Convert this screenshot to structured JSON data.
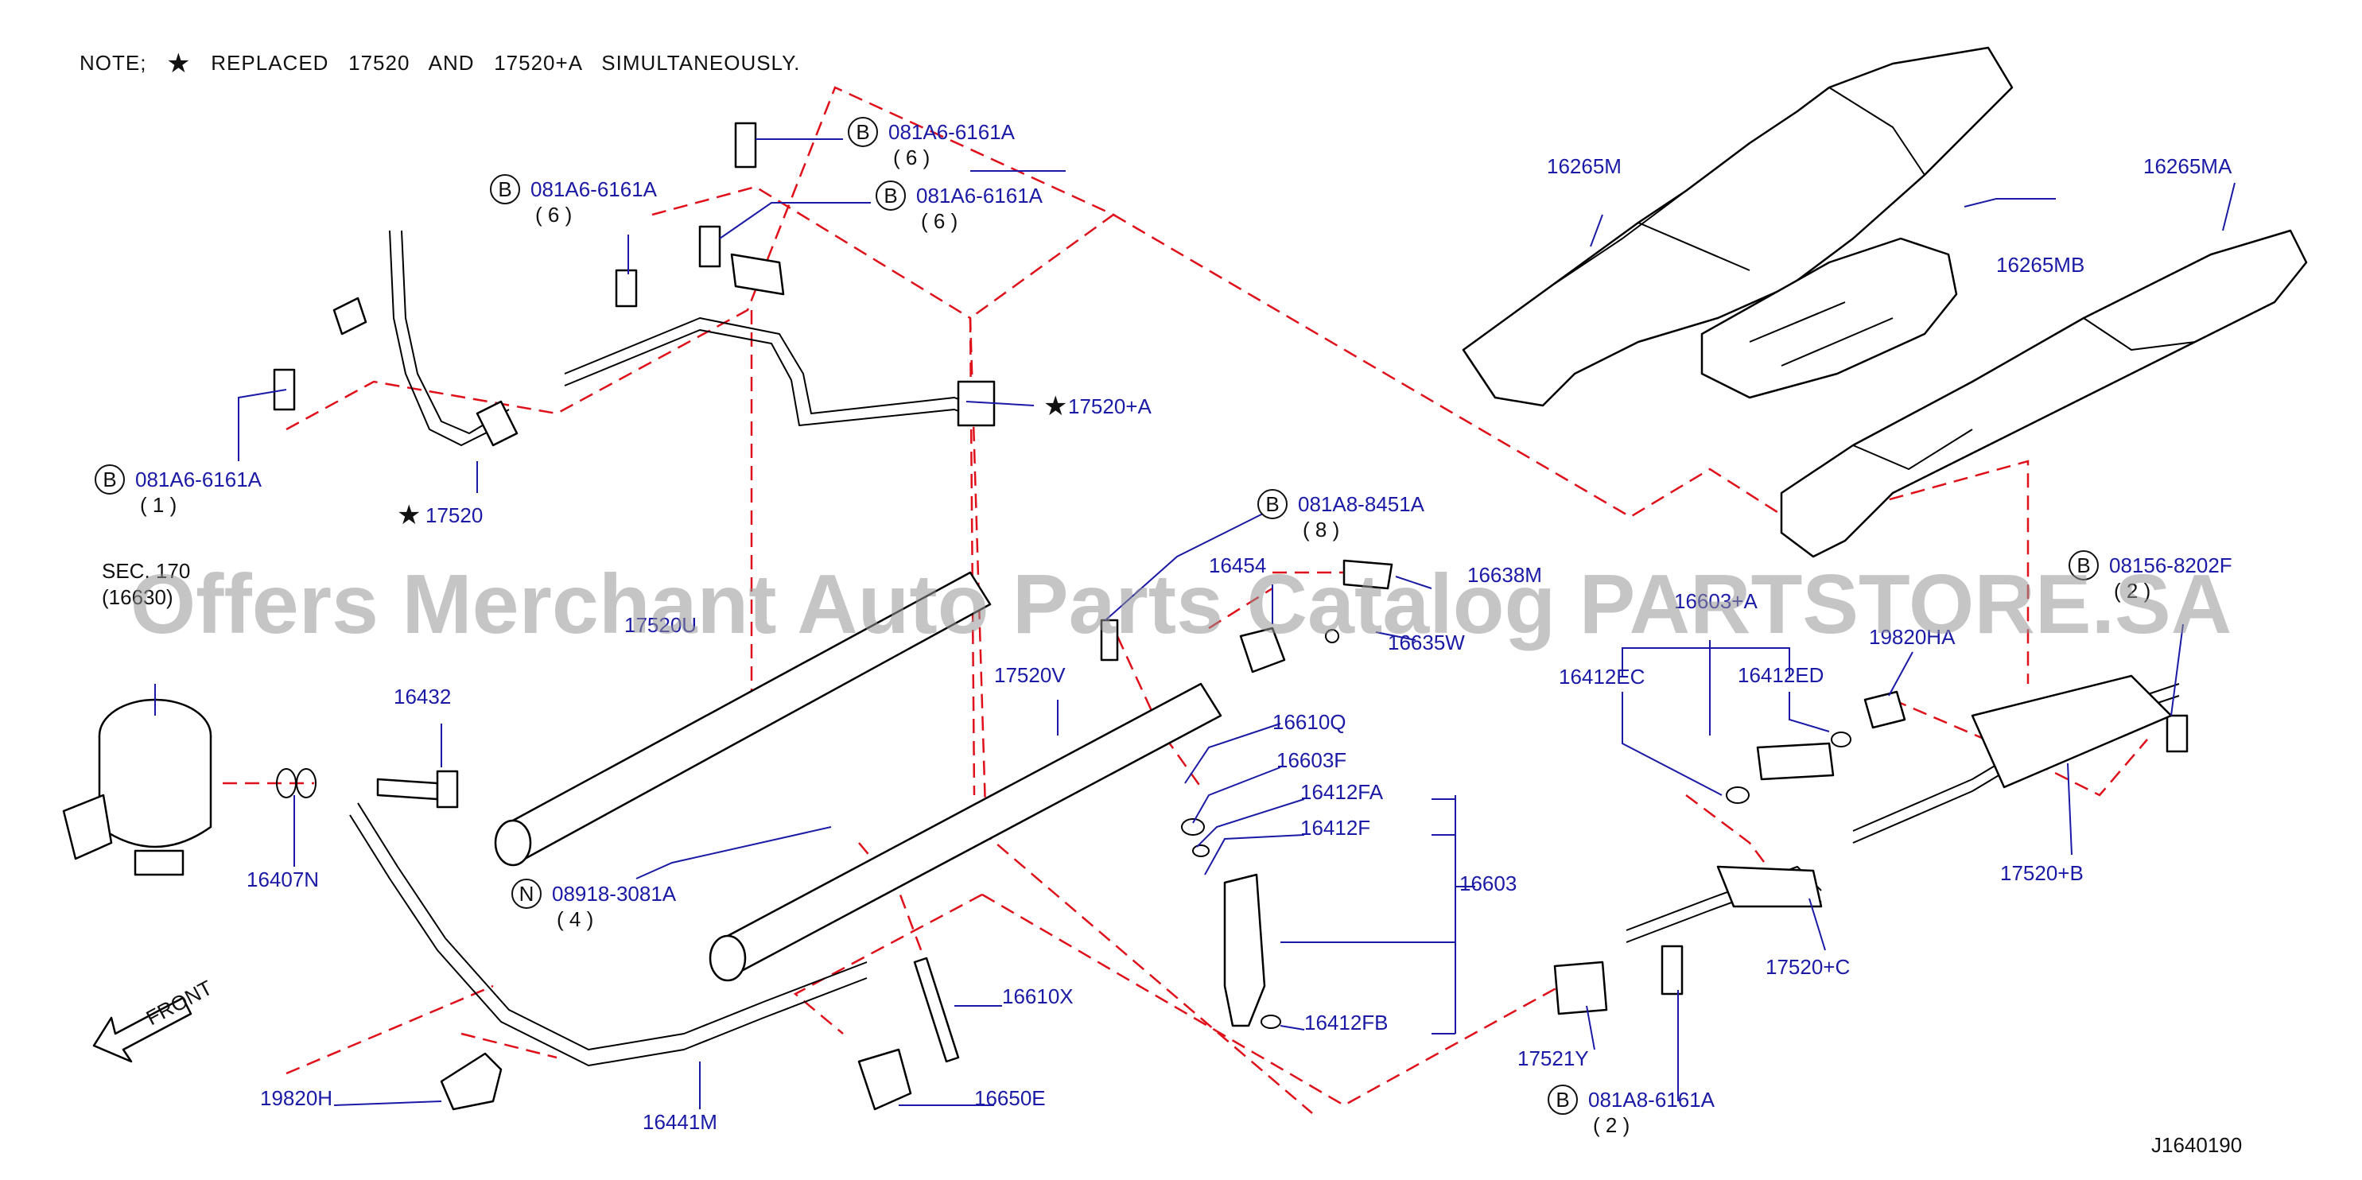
{
  "note": {
    "prefix": "NOTE;",
    "star": "★",
    "text": "REPLACED   17520   AND   17520+A   SIMULTANEOUSLY."
  },
  "watermark": "Offers Merchant Auto Parts Catalog PARTSTORE.SA",
  "diagram_code": "J1640190",
  "front_label": "FRONT",
  "colors": {
    "part": "#1a1aa6",
    "line": "#000000",
    "dash": "#e0101a",
    "text": "#111111"
  },
  "bolts": [
    {
      "key": "b1",
      "badge": "B",
      "num": "081A6-6161A",
      "qty": "( 1 )"
    },
    {
      "key": "b2",
      "badge": "B",
      "num": "081A6-6161A",
      "qty": "( 6 )"
    },
    {
      "key": "b3",
      "badge": "B",
      "num": "081A6-6161A",
      "qty": "( 6 )"
    },
    {
      "key": "b4",
      "badge": "B",
      "num": "081A6-6161A",
      "qty": "( 6 )"
    },
    {
      "key": "b5",
      "badge": "B",
      "num": "081A8-8451A",
      "qty": "( 8 )"
    },
    {
      "key": "b6",
      "badge": "N",
      "num": "08918-3081A",
      "qty": "( 4 )"
    },
    {
      "key": "b7",
      "badge": "B",
      "num": "081A8-6161A",
      "qty": "( 2 )"
    },
    {
      "key": "b8",
      "badge": "B",
      "num": "08156-8202F",
      "qty": "( 2 )"
    }
  ],
  "parts": [
    {
      "key": "p16265M",
      "label": "16265M"
    },
    {
      "key": "p16265MA",
      "label": "16265MA"
    },
    {
      "key": "p16265MB",
      "label": "16265MB"
    },
    {
      "key": "p17520",
      "label": "17520",
      "star": "★"
    },
    {
      "key": "p17520A",
      "label": "17520+A",
      "star": "★"
    },
    {
      "key": "p17520B",
      "label": "17520+B"
    },
    {
      "key": "p17520C",
      "label": "17520+C"
    },
    {
      "key": "p17520V",
      "label": "17520V"
    },
    {
      "key": "p17520U",
      "label": "17520U"
    },
    {
      "key": "p17521Y",
      "label": "17521Y"
    },
    {
      "key": "p16454",
      "label": "16454"
    },
    {
      "key": "p16638M",
      "label": "16638M"
    },
    {
      "key": "p16635W",
      "label": "16635W"
    },
    {
      "key": "p16432",
      "label": "16432"
    },
    {
      "key": "p16407N",
      "label": "16407N"
    },
    {
      "key": "p16610Q",
      "label": "16610Q"
    },
    {
      "key": "p16603F",
      "label": "16603F"
    },
    {
      "key": "p16412FA",
      "label": "16412FA"
    },
    {
      "key": "p16412F",
      "label": "16412F"
    },
    {
      "key": "p16603",
      "label": "16603"
    },
    {
      "key": "p16412FB",
      "label": "16412FB"
    },
    {
      "key": "p16610X",
      "label": "16610X"
    },
    {
      "key": "p16650E",
      "label": "16650E"
    },
    {
      "key": "p16441M",
      "label": "16441M"
    },
    {
      "key": "p19820H",
      "label": "19820H"
    },
    {
      "key": "p19820HA",
      "label": "19820HA"
    },
    {
      "key": "p16412EC",
      "label": "16412EC"
    },
    {
      "key": "p16412ED",
      "label": "16412ED"
    },
    {
      "key": "p16603A",
      "label": "16603+A"
    }
  ],
  "sec_ref": {
    "line1": "SEC. 170",
    "line2": "(16630)"
  }
}
